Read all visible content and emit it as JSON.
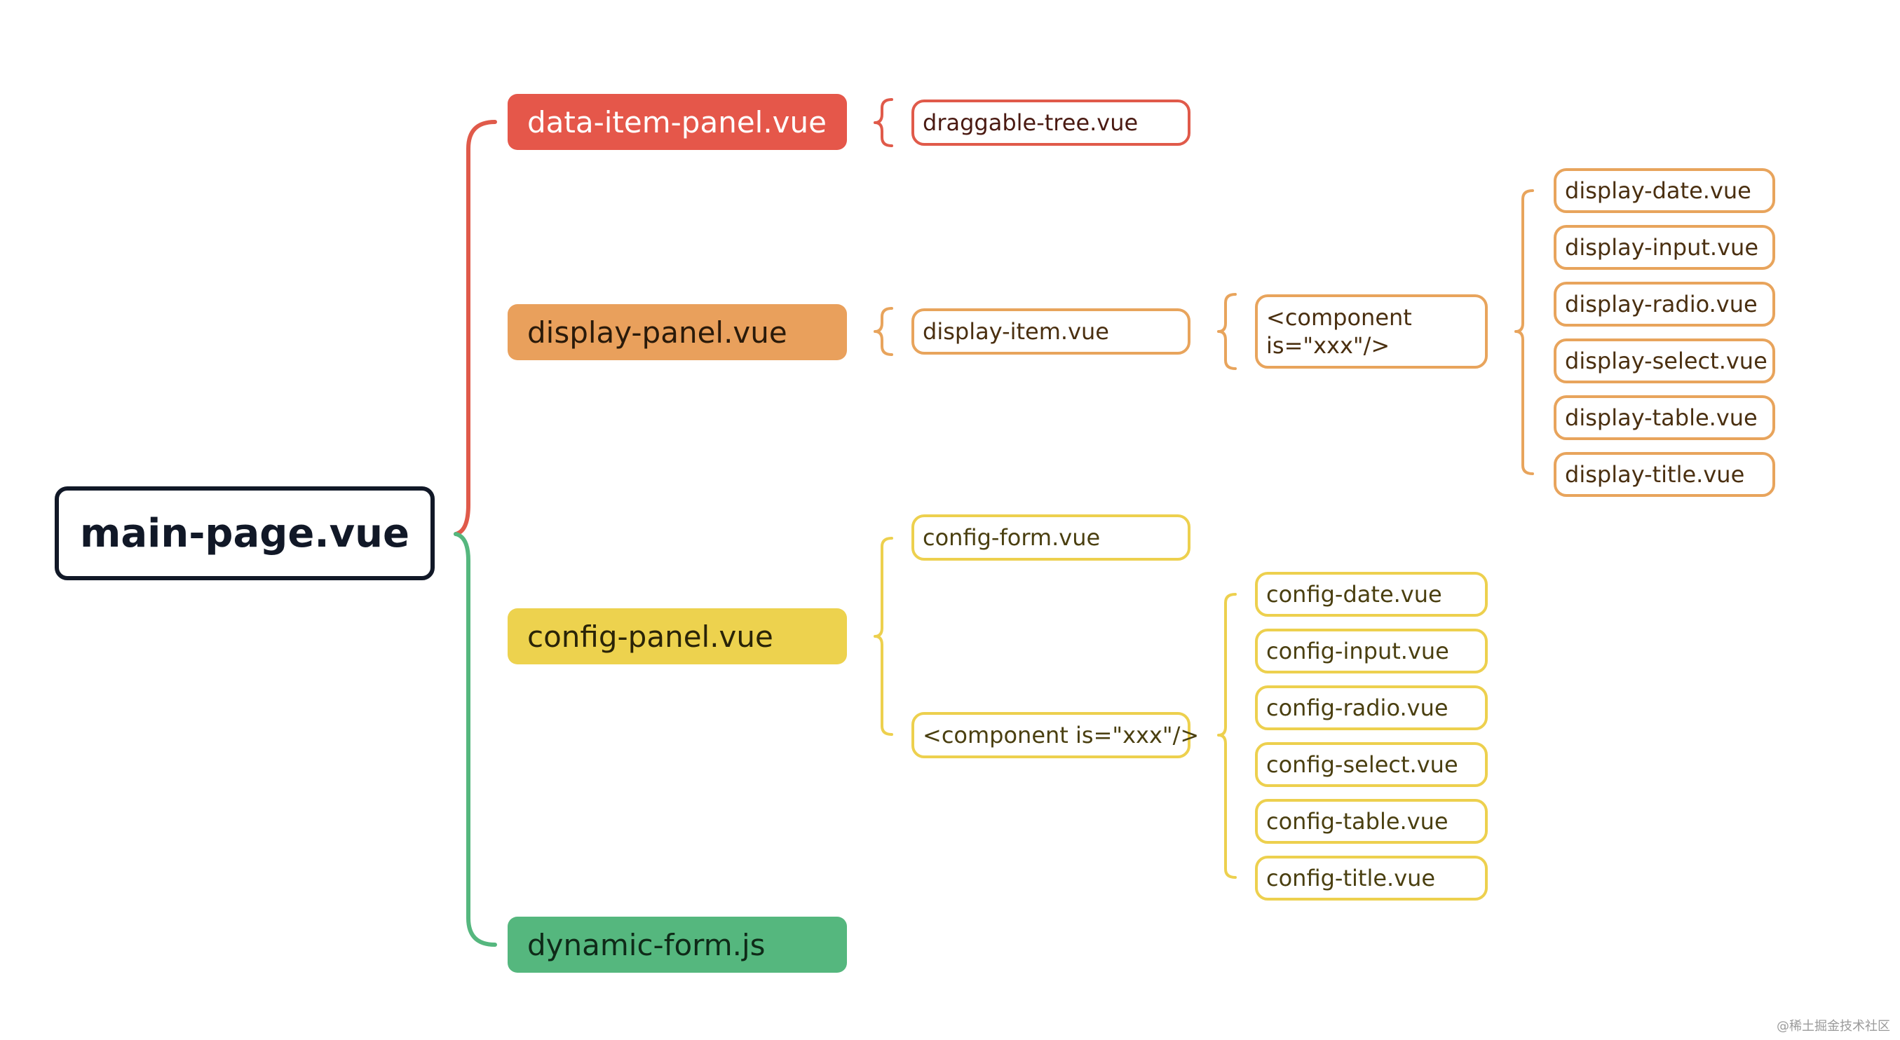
{
  "root": {
    "label": "main-page.vue"
  },
  "panels": {
    "data_item": {
      "label": "data-item-panel.vue",
      "color": "#e5574a"
    },
    "display": {
      "label": "display-panel.vue",
      "color": "#e9a05c"
    },
    "config": {
      "label": "config-panel.vue",
      "color": "#edd24e"
    },
    "dynamic": {
      "label": "dynamic-form.js",
      "color": "#55b77e"
    }
  },
  "data_item_children": {
    "draggable_tree": "draggable-tree.vue"
  },
  "display_children": {
    "display_item": "display-item.vue",
    "component_line1": "<component",
    "component_line2": "is=\"xxx\"/>",
    "components": [
      "display-date.vue",
      "display-input.vue",
      "display-radio.vue",
      "display-select.vue",
      "display-table.vue",
      "display-title.vue"
    ]
  },
  "config_children": {
    "config_form": "config-form.vue",
    "component": "<component  is=\"xxx\"/>",
    "components": [
      "config-date.vue",
      "config-input.vue",
      "config-radio.vue",
      "config-select.vue",
      "config-table.vue",
      "config-title.vue"
    ]
  },
  "colors": {
    "red": "#e05a4a",
    "orange": "#e8a45c",
    "yellow": "#edd04e",
    "green": "#55b77e",
    "root_border": "#111827"
  },
  "watermark": "@稀土掘金技术社区"
}
